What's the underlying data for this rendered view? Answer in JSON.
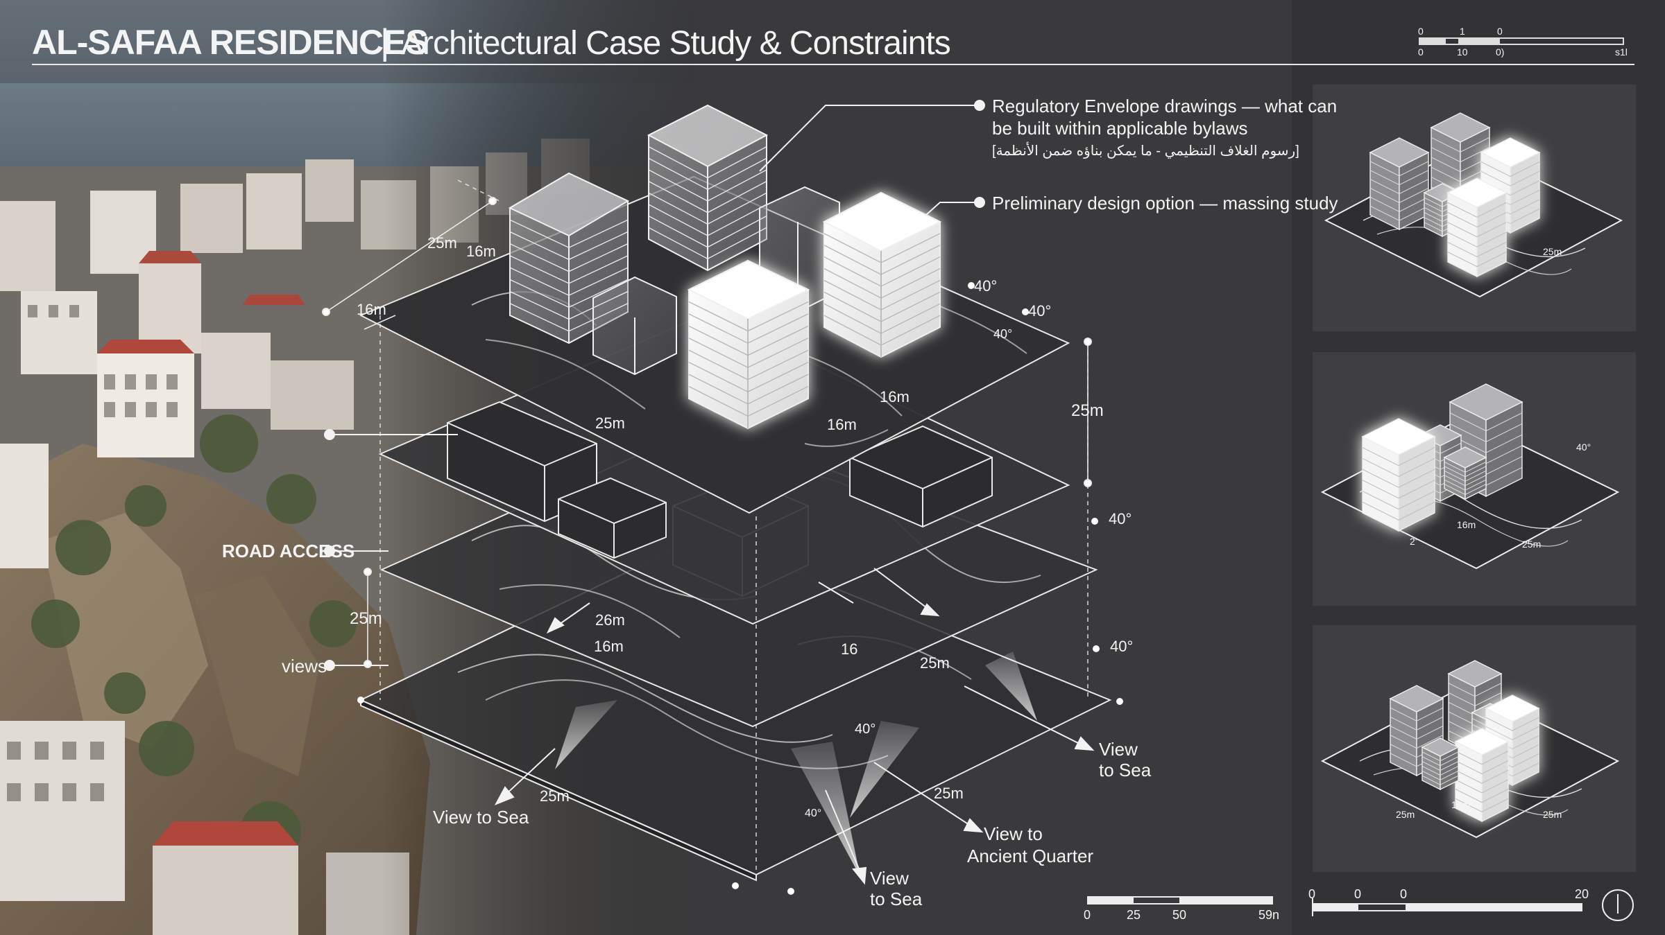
{
  "title": {
    "project": "AL-SAFAA RESIDENCES",
    "separator": "|",
    "subtitle": "Architectural Case Study & Constraints"
  },
  "callouts": {
    "regulatory_line1": "Regulatory Envelope drawings — what can",
    "regulatory_line2": "be built within applicable bylaws",
    "regulatory_arabic": "[رسوم الغلاف التنظيمي - ما يمكن بناؤه ضمن الأنظمة]",
    "preliminary": "Preliminary design option — massing study",
    "road_access": "ROAD ACCESS",
    "views": "views"
  },
  "dimensions": {
    "d25m": "25m",
    "d16m": "16m",
    "d16m_alt": "16m",
    "d26m": "26m",
    "d16": "16",
    "angle40": "40°"
  },
  "view_labels": {
    "sea_left": "View to Sea",
    "sea_right_l1": "View",
    "sea_right_l2": "to Sea",
    "ancient_l1": "View to",
    "ancient_l2": "Ancient Quarter",
    "sea_bottom_l1": "View",
    "sea_bottom_l2": "to Sea"
  },
  "scale_bottom": {
    "t0": "0",
    "t25": "25",
    "t50": "50",
    "t100": "59n"
  },
  "scale_top": {
    "a0": "0",
    "a1": "1",
    "a2": "0",
    "b0": "0",
    "b1": "10",
    "b2": "0)",
    "end": "s1l"
  },
  "scale_right": {
    "t0": "0",
    "t1": "0",
    "t2": "0",
    "t20": "20"
  },
  "thumbs": {
    "t1_dim": "25m",
    "t2_dim_a": "40°",
    "t2_dim_b": "25m",
    "t2_dim_c": "16m",
    "t2_dim_d": "2'",
    "t3_dim_a": "25m",
    "t3_dim_b": "25m",
    "t3_dim_c": "16m"
  }
}
